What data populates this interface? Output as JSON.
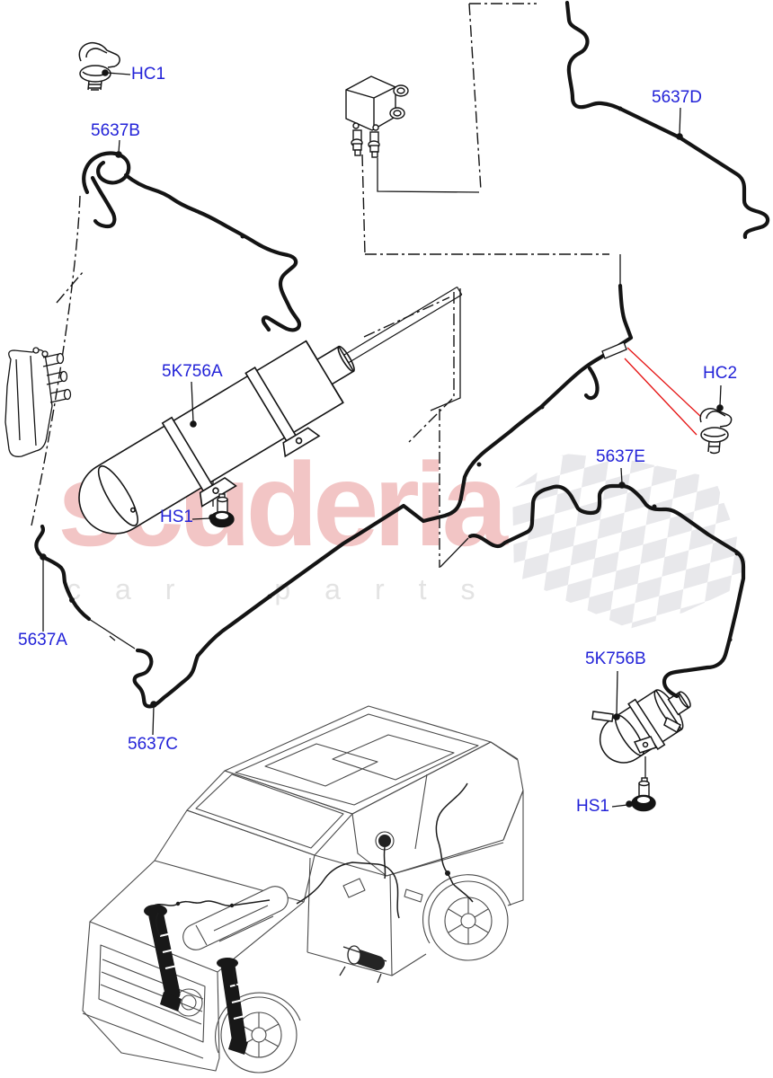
{
  "diagram": {
    "title_hint": "air suspension pneumatic lines parts diagram",
    "callouts": {
      "hc1": "HC1",
      "pipe_b": "5637B",
      "pipe_d": "5637D",
      "reservoir_a": "5K756A",
      "screw_a": "HS1",
      "hc2": "HC2",
      "pipe_e": "5637E",
      "pipe_a": "5637A",
      "pipe_c": "5637C",
      "reservoir_b": "5K756B",
      "screw_b": "HS1"
    },
    "colors": {
      "callout_text": "#2323d8",
      "line_art": "#141414",
      "red_leader": "#e51212",
      "watermark_brand": "#f2c5c5",
      "watermark_tagline": "#e3e3e3",
      "checker_flag": "#e8e8eb"
    }
  },
  "watermark": {
    "brand": "scuderia",
    "tagline": "car parts"
  }
}
